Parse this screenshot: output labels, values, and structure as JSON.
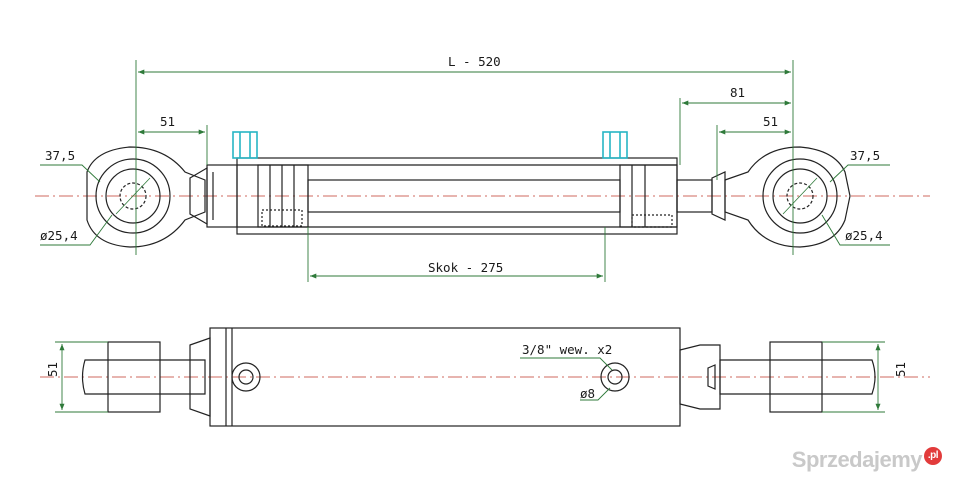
{
  "drawing": {
    "total_length": "L - 520",
    "dim_81": "81",
    "dim_51_left": "51",
    "dim_51_right": "51",
    "dim_375_left": "37,5",
    "dim_375_right": "37,5",
    "dia_left": "ø25,4",
    "dia_right": "ø25,4",
    "stroke": "Skok - 275",
    "port": "3/8\" wew. x2",
    "port_dia": "ø8",
    "side_51_left": "51",
    "side_51_right": "51"
  },
  "watermark": {
    "text": "Sprzedajemy",
    "badge": ".pl"
  },
  "colors": {
    "line": "#222222",
    "dim_line": "#2f7a3a",
    "center_line": "#c0392b",
    "port_fitting": "#27b5c4"
  }
}
